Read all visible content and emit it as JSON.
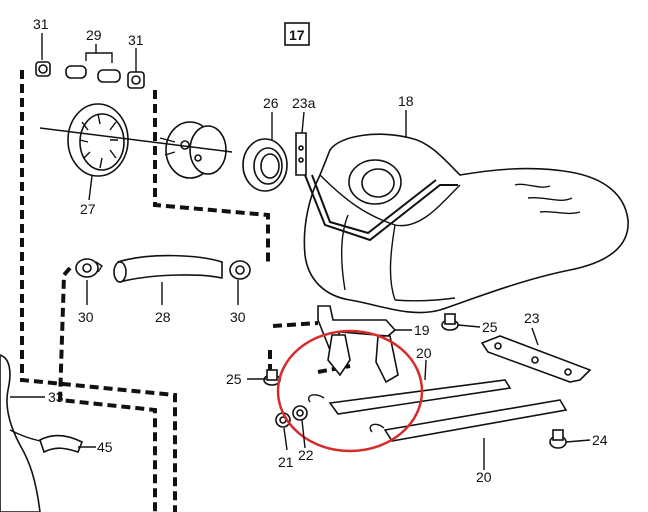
{
  "figure_number": "17",
  "labels": {
    "p18": "18",
    "p19": "19",
    "p20a": "20",
    "p20b": "20",
    "p21": "21",
    "p22": "22",
    "p23": "23",
    "p23a": "23a",
    "p24": "24",
    "p25a": "25",
    "p25b": "25",
    "p26": "26",
    "p27": "27",
    "p28": "28",
    "p29": "29",
    "p30a": "30",
    "p30b": "30",
    "p31a": "31",
    "p31b": "31",
    "p33": "33",
    "p45": "45"
  },
  "highlight_color": "#d62b2b",
  "ink_color": "#111111"
}
